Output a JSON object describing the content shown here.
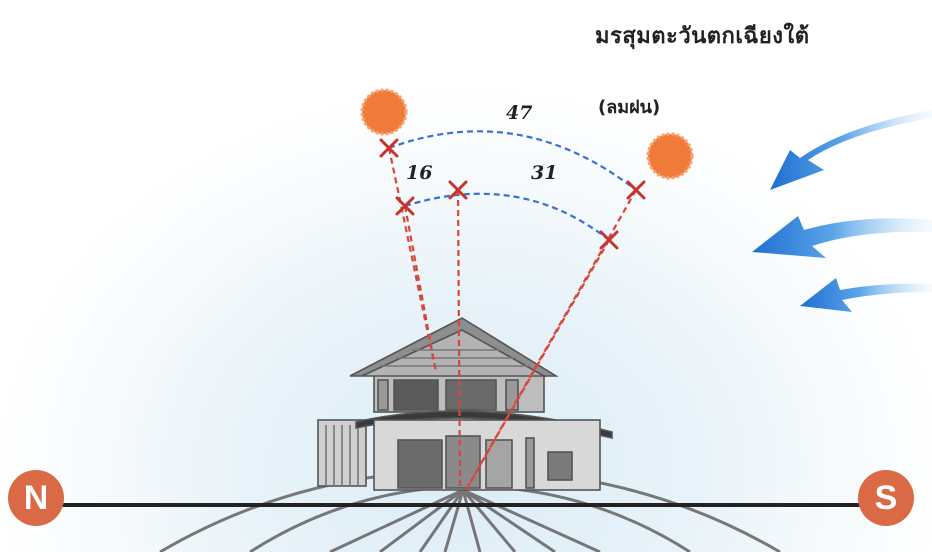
{
  "title": "มรสุมตะวันตกเฉียงใต้",
  "subtitle": "(ลมฝน)",
  "angles": {
    "total": "47",
    "left": "16",
    "right": "31"
  },
  "directions": {
    "north": "N",
    "south": "S"
  },
  "colors": {
    "sun": "#f07a3a",
    "path": "#3b6fd6",
    "ray": "#d9463a",
    "wind": "#2f7fd6",
    "marker": "#d96a45"
  }
}
